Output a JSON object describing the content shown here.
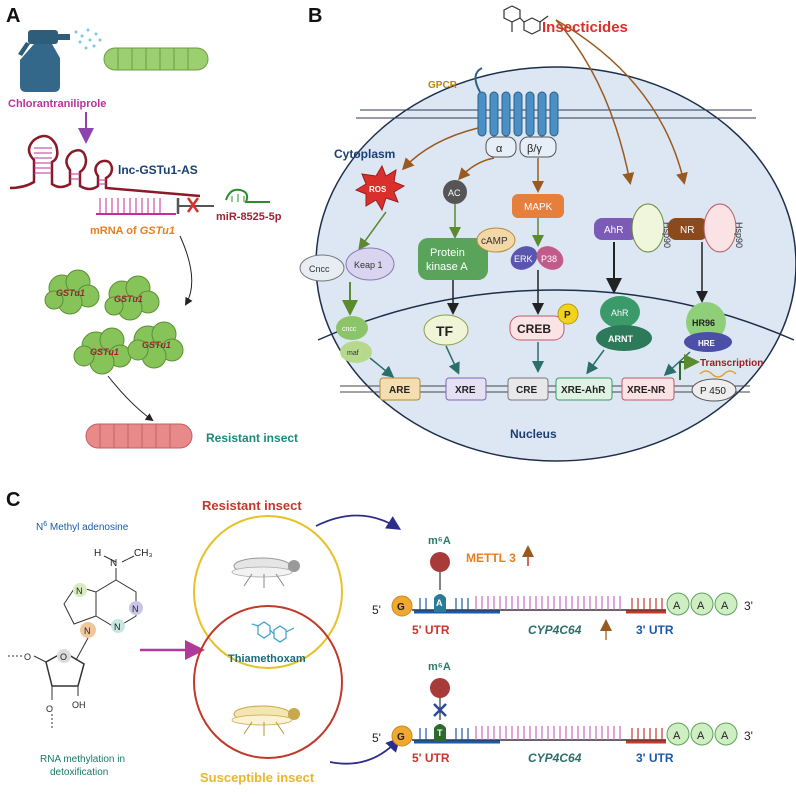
{
  "panelA": {
    "letter": "A",
    "chlorantraniliprole": "Chlorantraniliprole",
    "lnc": "lnc-GSTu1-AS",
    "mrna_prefix": "mRNA of ",
    "mrna_gene": "GSTu1",
    "mirna": "miR-8525-5p",
    "gst_labels": [
      "GSTu1",
      "GSTu1",
      "GSTu1",
      "GSTu1"
    ],
    "resistant": "Resistant insect"
  },
  "panelB": {
    "letter": "B",
    "insecticides": "Insecticides",
    "gpcr": "GPCR",
    "cytoplasm": "Cytoplasm",
    "alpha": "α",
    "beta_gamma": "β/γ",
    "ros": "ROS",
    "ac": "AC",
    "mapk": "MAPK",
    "ahr": "AhR",
    "hsp90": "Hsp90",
    "nr": "NR",
    "camp": "cAMP",
    "pka_line1": "Protein",
    "pka_line2": "kinase A",
    "erk": "ERK",
    "p38": "P38",
    "cncc": "Cncc",
    "keap1": "Keap 1",
    "tf": "TF",
    "creb": "CREB",
    "p": "P",
    "ahr_nuc": "AhR",
    "arnt": "ARNT",
    "hr96": "HR96",
    "hre": "HRE",
    "cncc_nuc": "cncc",
    "maf": "maf",
    "transcription": "Transcription",
    "elements": [
      "ARE",
      "XRE",
      "CRE",
      "XRE-AhR",
      "XRE-NR"
    ],
    "p450": "P 450",
    "nucleus": "Nucleus"
  },
  "panelC": {
    "letter": "C",
    "n6": "N",
    "n6_sup": "6",
    "n6_rest": " Methyl adenosine",
    "rna_methylation_line1": "RNA methylation in",
    "rna_methylation_line2": "detoxification",
    "resistant": "Resistant  insect",
    "susceptible": "Susceptible insect",
    "thiamethoxam": "Thiamethoxam",
    "m6a": "m⁶A",
    "mettl3": "METTL 3",
    "five_prime": "5'",
    "three_prime": "3'",
    "g": "G",
    "a": "A",
    "t": "T",
    "utr5": "5' UTR",
    "utr3": "3' UTR",
    "gene": "CYP4C64",
    "polyA": [
      "A",
      "A",
      "A"
    ],
    "mol_labels": {
      "n": "N",
      "h": "H",
      "ch3": "CH₃",
      "o": "O",
      "oh": "OH"
    }
  },
  "colors": {
    "magenta": "#c0309a",
    "darkblue": "#1a3f73",
    "red": "#c0392b",
    "orange": "#e67e22",
    "teal": "#1a8a7a",
    "cell": "#dde7f3",
    "yellow": "#e6c229"
  }
}
